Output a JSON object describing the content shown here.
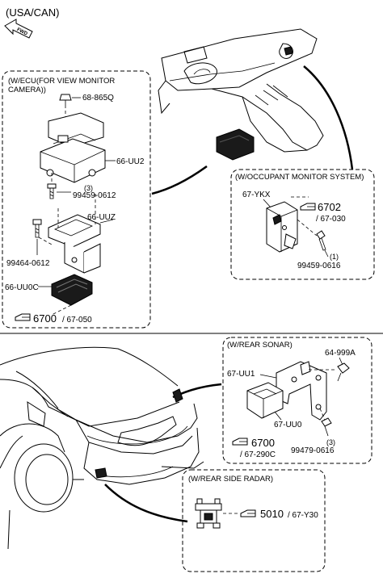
{
  "region": "(USA/CAN)",
  "fwd": "FWD",
  "groups": {
    "ecu": {
      "title_line1": "(W/ECU(FOR VIEW MONITOR",
      "title_line2": "CAMERA))",
      "labels": {
        "p68": "68-865Q",
        "uu2": "66-UU2",
        "screw3_num": "99459-0612",
        "screw3_qty": "(3)",
        "uuz": "66-UUZ",
        "bolt": "99464-0612",
        "uu0c": "66-UU0C",
        "ref_big": "6700",
        "ref_small": "/ 67-050"
      }
    },
    "occupant": {
      "title": "(W/OCCUPANT MONITOR SYSTEM)",
      "labels": {
        "ykx": "67-YKX",
        "ref_big": "6702",
        "ref_small": "/ 67-030",
        "screw_num": "99459-0616",
        "screw_qty": "(1)"
      }
    },
    "sonar": {
      "title": "(W/REAR SONAR)",
      "labels": {
        "p64": "64-999A",
        "uu1": "67-UU1",
        "uu0": "67-UU0",
        "ref_big": "6700",
        "ref_small": "/ 67-290C",
        "screw_num": "99479-0616",
        "screw_qty": "(3)"
      }
    },
    "radar": {
      "title": "(W/REAR SIDE RADAR)",
      "labels": {
        "ref_big": "5010",
        "ref_small": "/ 67-Y30"
      }
    }
  },
  "icons": [
    "fwd-arrow-icon",
    "pointing-hand-icon"
  ]
}
